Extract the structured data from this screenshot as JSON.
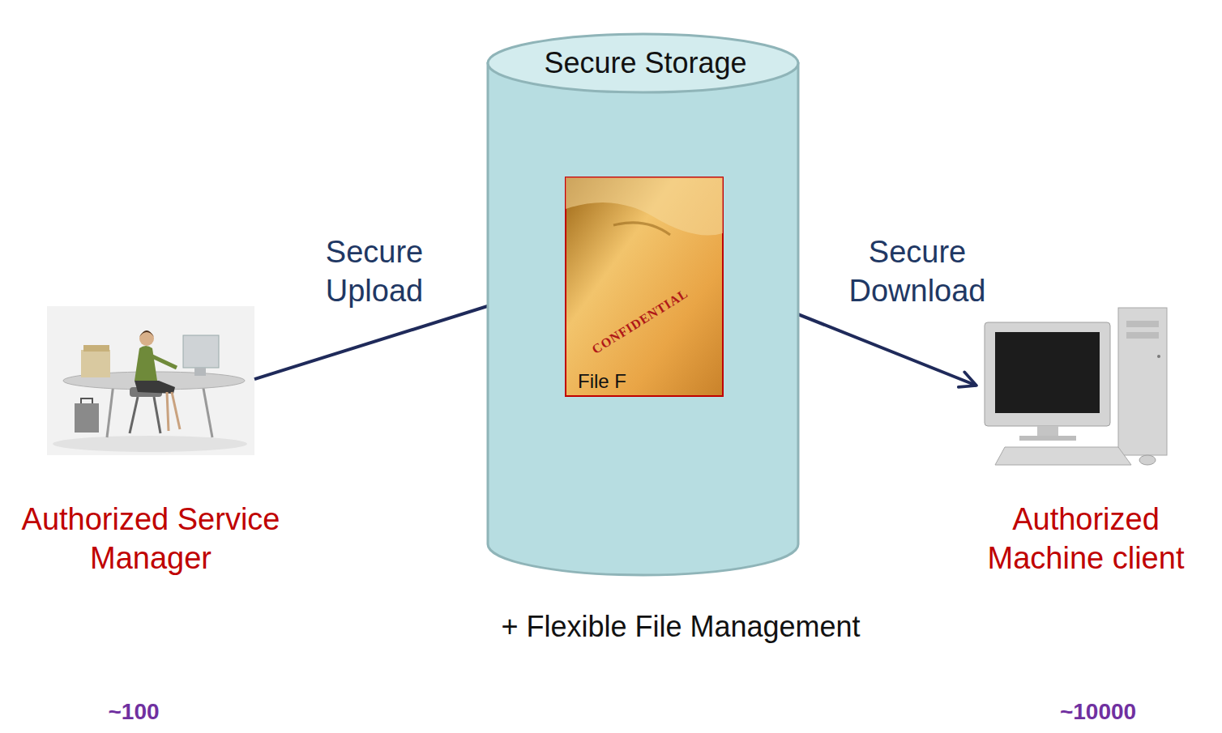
{
  "diagram": {
    "nodes": [
      {
        "text": [
          "Authorized Service Manager"
        ]
      },
      {
        "text": [
          "Secure Storage"
        ]
      },
      {
        "text": [
          "File F"
        ],
        "in": 1
      },
      {
        "text": [
          "Authorized Machine client"
        ]
      }
    ],
    "edges": [
      {
        "from": 0,
        "to": 2,
        "arrow": "to",
        "label": "Secure Upload"
      },
      {
        "from": 2,
        "to": 3,
        "arrow": "to",
        "label": "Secure Download"
      }
    ],
    "labels": [
      "+ Flexible File Management",
      "~100",
      "~10000",
      "CONFIDENTIAL"
    ]
  }
}
